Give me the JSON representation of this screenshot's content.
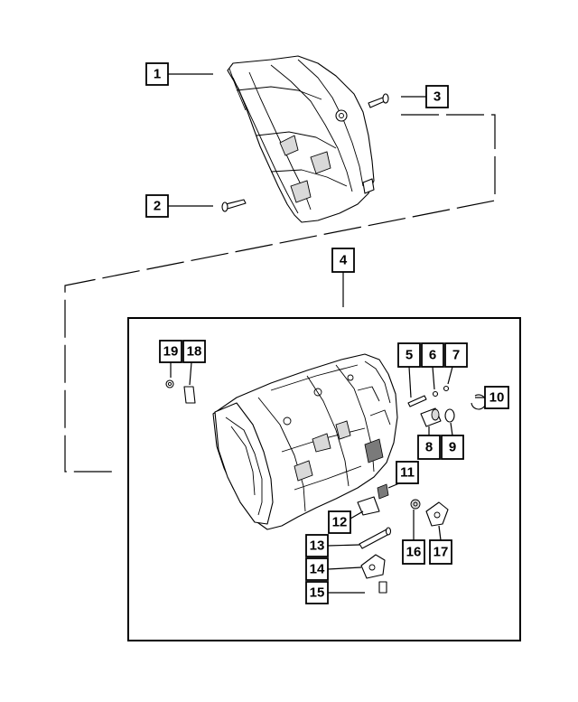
{
  "callouts": [
    "1",
    "2",
    "3",
    "4",
    "5",
    "6",
    "7",
    "8",
    "9",
    "10",
    "11",
    "12",
    "13",
    "14",
    "15",
    "16",
    "17",
    "18",
    "19"
  ],
  "parts": {
    "bell_housing": "bell-housing",
    "bolt_long": "bolt",
    "bolt_short": "bolt",
    "transmission_case": "transmission-case"
  }
}
